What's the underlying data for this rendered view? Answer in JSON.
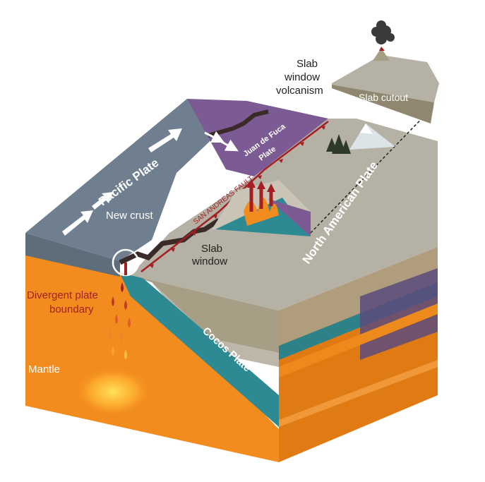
{
  "labels": {
    "pacific_plate": "Pacific Plate",
    "juan_de_fuca_line1": "Juan de Fuca",
    "juan_de_fuca_line2": "Plate",
    "san_andreas_fault": "SAN ANDREAS FAULT",
    "new_crust": "New crust",
    "slab_window_line1": "Slab",
    "slab_window_line2": "window",
    "north_american_plate": "North American Plate",
    "divergent_line1": "Divergent plate",
    "divergent_line2": "boundary",
    "cocos_plate": "Cocos Plate",
    "mantle": "Mantle",
    "slab_window_volcanism_line1": "Slab",
    "slab_window_volcanism_line2": "window",
    "slab_window_volcanism_line3": "volcanism",
    "slab_cutout": "Slab cutout"
  },
  "colors": {
    "pacific_plate": "#6f7f8f",
    "juan_de_fuca": "#7c5a93",
    "north_american": "#b5b1a4",
    "mantle": "#f28c1e",
    "cocos": "#2e8a92",
    "fault_red": "#a31f24",
    "arrow": "#ffffff",
    "text_dark": "#231f20",
    "text_red": "#a31f24"
  }
}
